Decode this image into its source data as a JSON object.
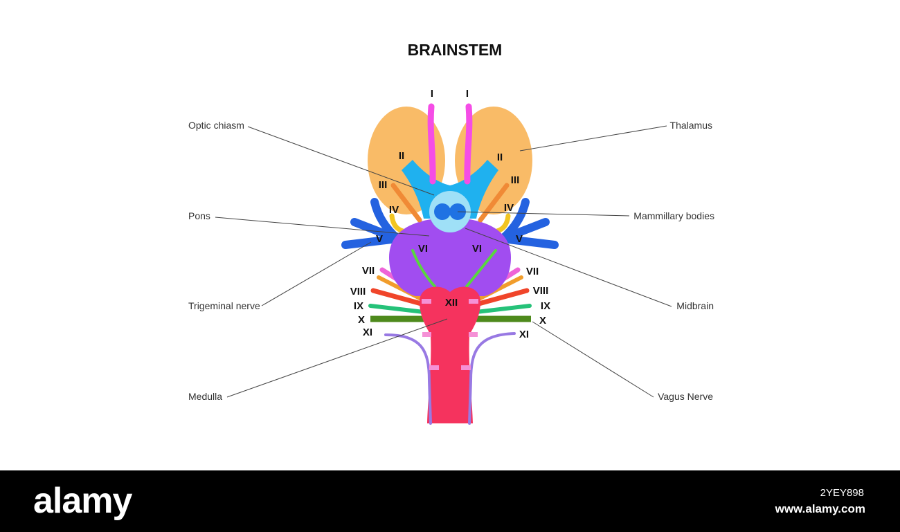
{
  "title": "BRAINSTEM",
  "colors": {
    "thalamus": "#f9bb67",
    "olfactory": "#f54de6",
    "optic": "#1fb1ef",
    "mammillary": "#1f72e3",
    "oculomotor": "#f08a36",
    "trochlear": "#f2c521",
    "trigeminal": "#2462e0",
    "pons": "#a14df0",
    "abducens": "#59d63f",
    "medulla": "#f5335e",
    "facial": "#ee64d8",
    "vestibulocochlear": "#f19d2c",
    "glossopharyngeal_top": "#f0452a",
    "glossopharyngeal": "#25c279",
    "vagus": "#4e8a1c",
    "accessory": "#9879e3",
    "hypoglossal_marks": "#f591d6"
  },
  "nerve_labels": {
    "I_left": "I",
    "I_right": "I",
    "II_left": "II",
    "II_right": "II",
    "III_left": "III",
    "III_right": "III",
    "IV_left": "IV",
    "IV_right": "IV",
    "V_left": "V",
    "V_right": "V",
    "VI_left": "VI",
    "VI_right": "VI",
    "VII_left": "VII",
    "VII_right": "VII",
    "VIII_left": "VIII",
    "VIII_right": "VIII",
    "IX_left": "IX",
    "IX_right": "IX",
    "X_left": "X",
    "X_right": "X",
    "XI_left": "XI",
    "XI_right": "XI",
    "XII": "XII"
  },
  "callouts": {
    "optic_chiasm": "Optic chiasm",
    "pons": "Pons",
    "trigeminal_nerve": "Trigeminal nerve",
    "medulla": "Medulla",
    "thalamus": "Thalamus",
    "mammillary_bodies": "Mammillary bodies",
    "midbrain": "Midbrain",
    "vagus_nerve": "Vagus Nerve"
  },
  "footer": {
    "logo": "alamy",
    "image_id": "2YEY898",
    "site": "www.alamy.com"
  }
}
